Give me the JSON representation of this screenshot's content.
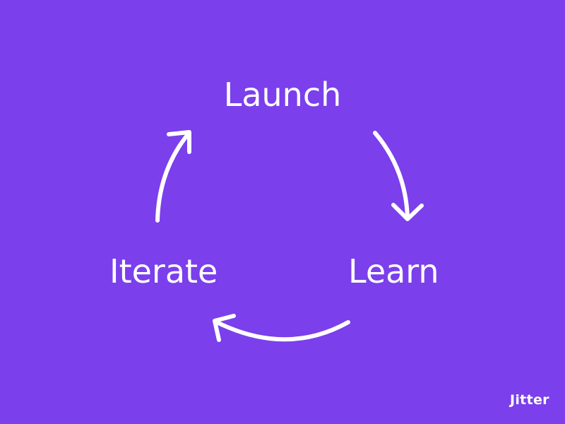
{
  "diagram": {
    "type": "cycle",
    "background_color": "#7b3fec",
    "foreground_color": "#ffffff",
    "nodes": [
      {
        "id": "launch",
        "label": "Launch"
      },
      {
        "id": "learn",
        "label": "Learn"
      },
      {
        "id": "iterate",
        "label": "Iterate"
      }
    ],
    "edges": [
      {
        "from": "launch",
        "to": "learn",
        "icon": "curved-arrow-down-right"
      },
      {
        "from": "learn",
        "to": "iterate",
        "icon": "curved-arrow-left"
      },
      {
        "from": "iterate",
        "to": "launch",
        "icon": "curved-arrow-up-right"
      }
    ]
  },
  "brand": {
    "watermark": "Jitter"
  }
}
